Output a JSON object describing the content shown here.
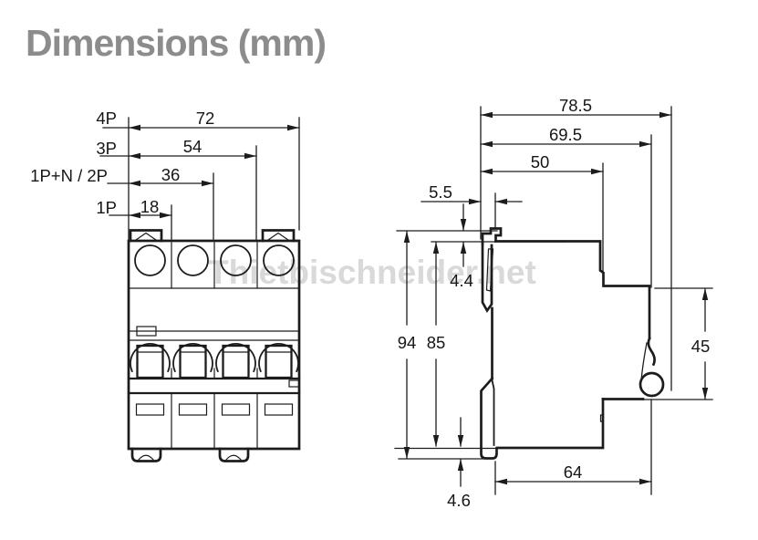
{
  "title": "Dimensions (mm)",
  "watermark": "Thietbischneider.net",
  "front_view": {
    "rows": [
      {
        "label": "4P",
        "value": "72"
      },
      {
        "label": "3P",
        "value": "54"
      },
      {
        "label": "1P+N / 2P",
        "value": "36"
      },
      {
        "label": "1P",
        "value": "18"
      }
    ]
  },
  "side_view": {
    "dims": {
      "depth_total": "78.5",
      "depth_body": "69.5",
      "depth_front_step": "50",
      "rail_offset": "5.5",
      "clip_overhang_top": "4.4",
      "height_total": "94",
      "height_body": "85",
      "height_front": "45",
      "depth_bottom": "64",
      "clip_overhang_bottom": "4.6"
    }
  },
  "colors": {
    "line": "#1c1c1c",
    "title_text": "#8c8c8c",
    "watermark_text": "#d9d9d9",
    "background": "#ffffff"
  }
}
